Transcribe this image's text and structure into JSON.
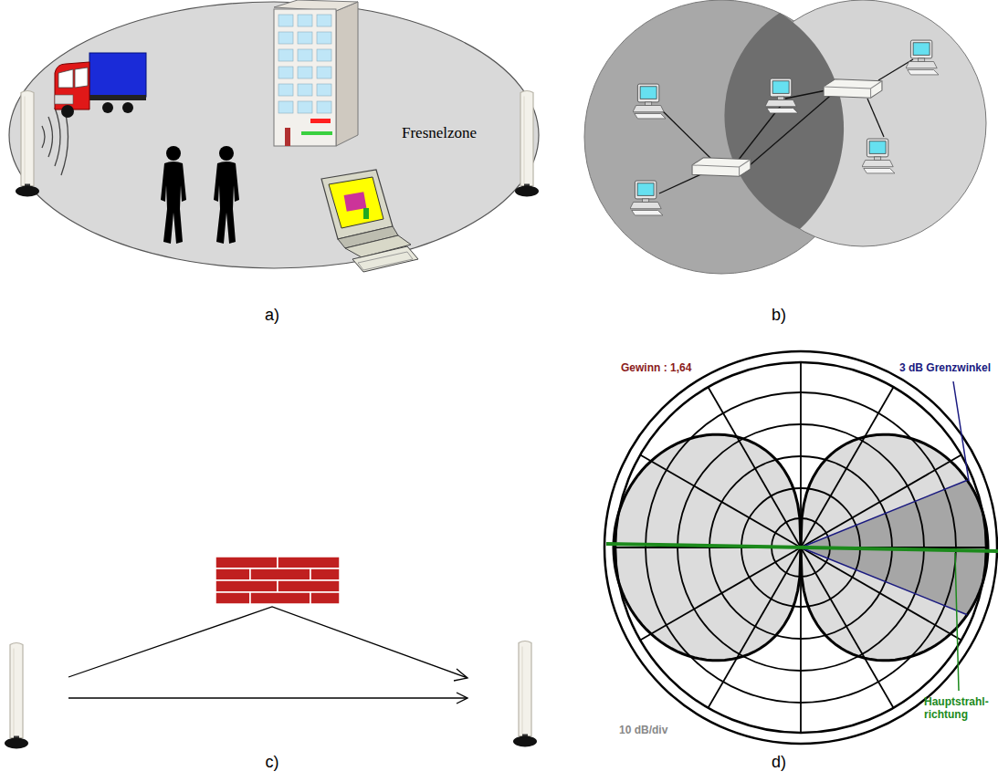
{
  "diagram": {
    "nodes": [
      {
        "text": [
          "Fresnelzone"
        ]
      }
    ],
    "labels": [
      "a)",
      "b)",
      "c)",
      "d)",
      "Gewinn : 1,64",
      "3 dB Grenzwinkel",
      "Hauptstrahl- richtung",
      "10 dB/div"
    ]
  }
}
